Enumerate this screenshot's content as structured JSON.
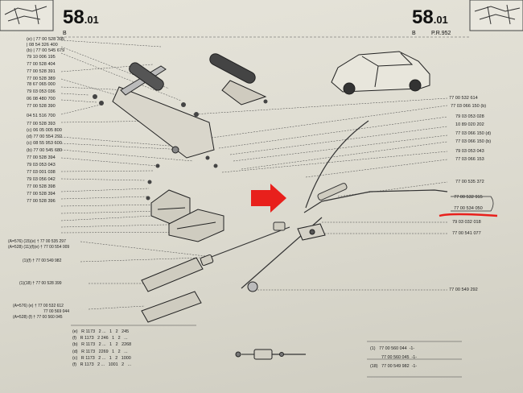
{
  "header": {
    "left_number": "58",
    "left_sub": ".01",
    "left_b": "B",
    "right_number": "58",
    "right_sub": ".01",
    "right_b": "B",
    "right_pr": "P.R.952"
  },
  "left_labels": [
    "(e) | 77 00 528 395",
    "| 08 54 326 400",
    "(b) | 77 00 545 679",
    "79 10 006 195",
    "77 00 528 404",
    "77 00 528 391",
    "77 00 528 389",
    "78 67 065 000",
    "79 03 053 036",
    "06 08 480 700",
    "77 00 528 390",
    "04 51 516 700",
    "77 00 528 393",
    "(c) 06 05 005 800",
    "(d) 77 00 554 292",
    "(c) 08 55 953 600",
    "(b) 77 00 545 680",
    "77 00 528 394",
    "79 03 053 043",
    "77 03 001 038",
    "79 03 056 042",
    "77 00 528 398",
    "77 00 528 394",
    "77 00 528 396"
  ],
  "left_mid_labels": [
    "(A=576) (15)(e) † 77 00 535 297",
    "(A=528) (11)(f)(e) † 77 00 554 009",
    "(1)(f) † 77 00 549 982",
    "(1)(18) † 77 00 528 399",
    "(A=576) (e) † 77 00 532 612",
    "77 00 569 044",
    "(A=528) (f) † 77 00 560 045"
  ],
  "right_labels": [
    "77 00 532 614",
    "77 03 066 150 (b)",
    "79 03 053 028",
    "10 89 020 202",
    "77 03 066 150 (d)",
    "77 03 066 150 (b)",
    "79 03 053 043",
    "77 03 066 153",
    "77 00 535 372",
    "77 00 532 915",
    "77 00 534 050",
    "79 03 032 018",
    "77 00 541 077",
    "77 00 549 292"
  ],
  "table_left": [
    {
      "ref": "(e)",
      "code": "R 1173",
      "mid": "2 ...",
      "a": "1",
      "b": "2",
      "qty": "245"
    },
    {
      "ref": "(f)",
      "code": "R 1173",
      "mid": "2 246",
      "a": "1",
      "b": "2",
      "qty": "..."
    },
    {
      "ref": "(b)",
      "code": "R 1173",
      "mid": "2 ...",
      "a": "1",
      "b": "2",
      "qty": "2268"
    },
    {
      "ref": "(d)",
      "code": "R 1173",
      "mid": "2269",
      "a": "1",
      "b": "2",
      "qty": "..."
    },
    {
      "ref": "(c)",
      "code": "R 1173",
      "mid": "2 ...",
      "a": "1",
      "b": "2",
      "qty": "1000"
    },
    {
      "ref": "(f)",
      "code": "R 1173",
      "mid": "2 ...",
      "a": "1001",
      "b": "2",
      "qty": "..."
    }
  ],
  "table_right": [
    {
      "ref": "(1)",
      "code": "77 00 560 044",
      "suffix": "-1-"
    },
    {
      "ref": "",
      "code": "77 00 560 045",
      "suffix": "-1-"
    },
    {
      "ref": "(18)",
      "code": "77 00 549 982",
      "suffix": "-1-"
    }
  ],
  "colors": {
    "paper": "#e2e0d5",
    "ink": "#222222",
    "arrow": "#e8201c",
    "underline": "#e8201c"
  }
}
